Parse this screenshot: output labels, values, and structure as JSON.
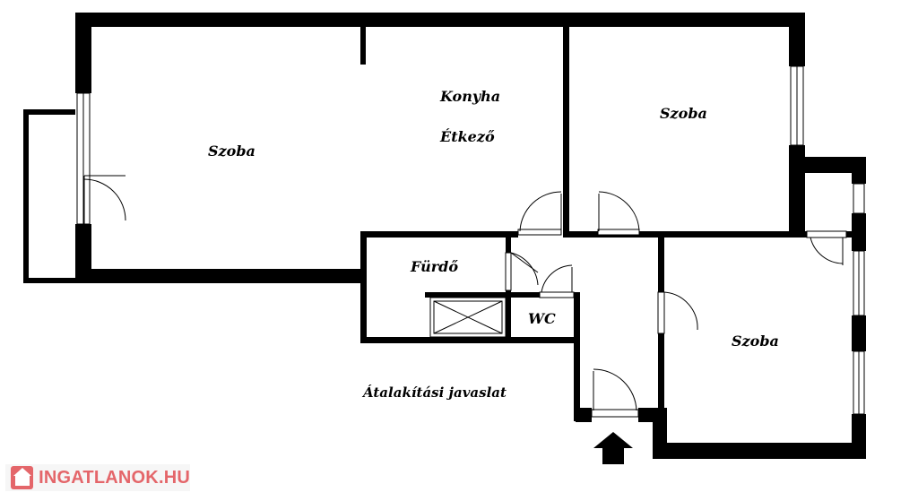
{
  "rooms": {
    "living_room": "Szoba",
    "kitchen": "Konyha",
    "dining": "Étkező",
    "room_north_east": "Szoba",
    "bathroom": "Fürdő",
    "wc": "WC",
    "room_south_east": "Szoba"
  },
  "caption": "Átalakítási javaslat",
  "watermark": {
    "text": "INGATLANOK.HU"
  },
  "colors": {
    "wall": "#000000",
    "background": "#ffffff",
    "watermark": "#e2565a"
  }
}
